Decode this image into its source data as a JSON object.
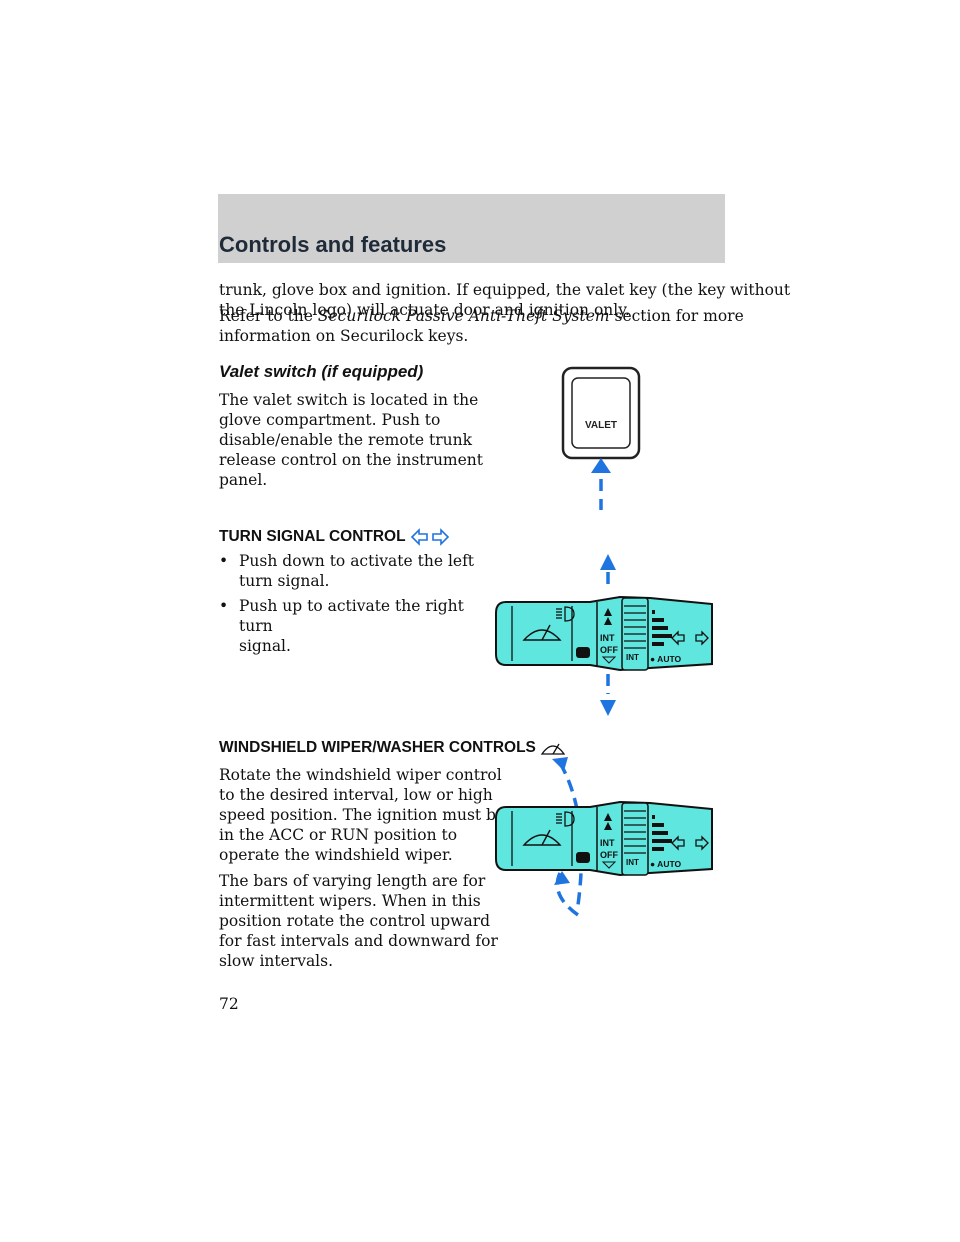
{
  "header": {
    "title": "Controls and features"
  },
  "intro": {
    "line1": "trunk, glove box and ignition. If equipped, the valet key (the key without",
    "line2": "the Lincoln logo) will actuate door and ignition only.",
    "refer_prefix": "Refer to the ",
    "refer_italic": "Securilock Passive Anti-Theft System",
    "refer_suffix": " section for more",
    "line4": "information on Securilock keys."
  },
  "valet": {
    "heading": "Valet switch (if equipped)",
    "lines": [
      "The valet switch is located in the",
      "glove compartment. Push to",
      "disable/enable the remote trunk",
      "release control on the instrument",
      "panel."
    ],
    "button_label": "VALET"
  },
  "turn_signal": {
    "heading": "TURN SIGNAL CONTROL",
    "bullet_symbol": "•",
    "bullet1": [
      "Push down to activate the left",
      "turn signal."
    ],
    "bullet2": [
      "Push up to activate the right turn",
      "signal."
    ]
  },
  "stalk": {
    "int_label": "INT",
    "off_label": "OFF",
    "ring_int_label": "INT",
    "auto_label": "● AUTO"
  },
  "wiper": {
    "heading": "WINDSHIELD WIPER/WASHER CONTROLS",
    "para1": [
      "Rotate the windshield wiper control",
      "to the desired interval, low or high",
      "speed position. The ignition must be",
      "in the ACC or RUN position to",
      "operate the windshield wiper."
    ],
    "para2": [
      "The bars of varying length are for",
      "intermittent wipers. When in this",
      "position rotate the control upward",
      "for fast intervals and downward for",
      "slow intervals."
    ]
  },
  "page_number": "72",
  "colors": {
    "stalk_fill": "#5ee6df",
    "arrow_blue": "#1f74e0",
    "header_band": "#d0d0d0"
  }
}
